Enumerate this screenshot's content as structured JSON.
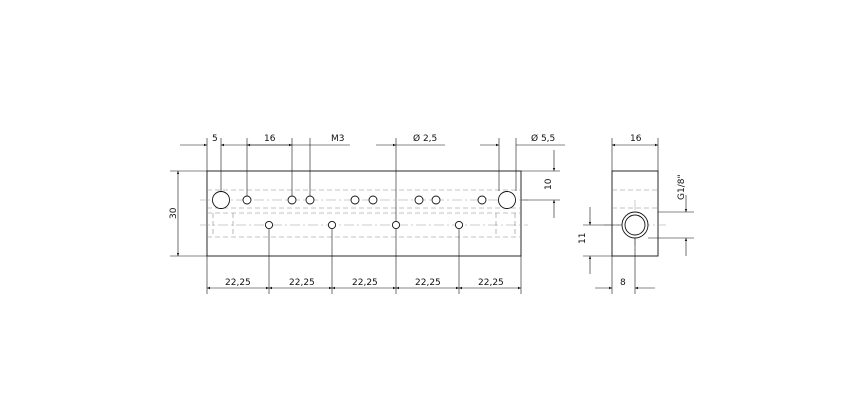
{
  "front_view": {
    "top_dims": {
      "edge_offset": "5",
      "pitch": "16",
      "thread": "M3",
      "small_hole": "Ø 2,5",
      "large_hole": "Ø 5,5"
    },
    "height": "30",
    "hole_offset": "10",
    "bottom_pitches": [
      "22,25",
      "22,25",
      "22,25",
      "22,25",
      "22,25"
    ]
  },
  "side_view": {
    "width": "16",
    "port_thread": "G1/8\"",
    "port_height": "11",
    "port_offset": "8"
  }
}
